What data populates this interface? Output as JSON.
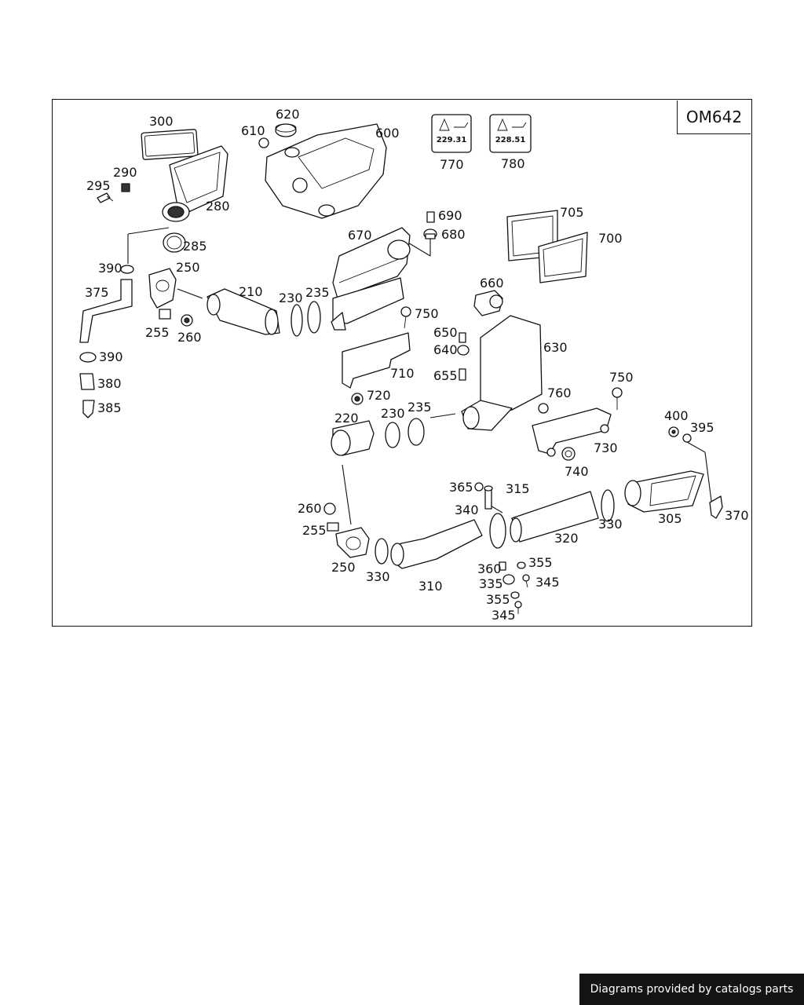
{
  "engine_code": "OM642",
  "footer": {
    "text": "Diagrams provided by catalogs parts"
  },
  "stickers": [
    {
      "number": "770",
      "code": "229.31",
      "icon": "warning-oil-can-icon"
    },
    {
      "number": "780",
      "code": "228.51",
      "icon": "warning-oil-can-icon"
    }
  ],
  "callouts": [
    "300",
    "290",
    "295",
    "280",
    "285",
    "390",
    "375",
    "250",
    "255",
    "260",
    "210",
    "230",
    "235",
    "610",
    "620",
    "600",
    "690",
    "680",
    "670",
    "750",
    "705",
    "700",
    "660",
    "650",
    "640",
    "655",
    "630",
    "710",
    "720",
    "220",
    "230",
    "235",
    "750",
    "760",
    "730",
    "740",
    "400",
    "395",
    "370",
    "305",
    "330",
    "320",
    "365",
    "315",
    "340",
    "260",
    "255",
    "250",
    "330",
    "310",
    "360",
    "355",
    "335",
    "345",
    "355",
    "345",
    "390",
    "380",
    "385"
  ]
}
